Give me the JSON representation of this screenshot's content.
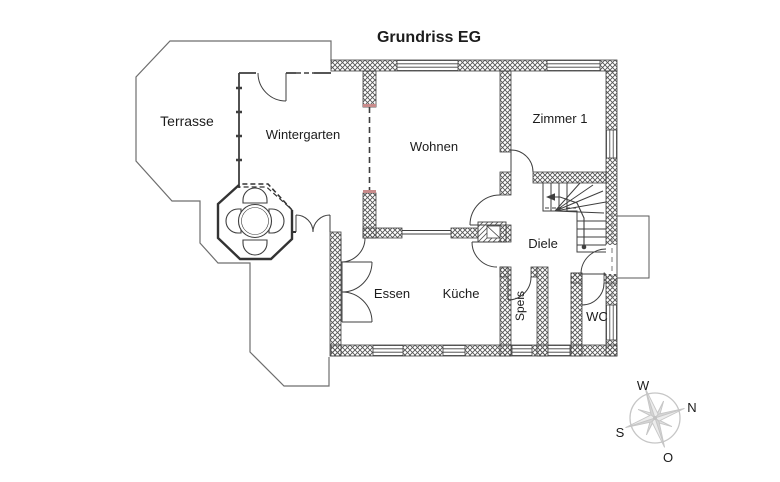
{
  "title": "Grundriss EG",
  "rooms": {
    "terrasse": "Terrasse",
    "wintergarten": "Wintergarten",
    "wohnen": "Wohnen",
    "zimmer1": "Zimmer 1",
    "diele": "Diele",
    "essen": "Essen",
    "kueche": "Küche",
    "speis": "Speis",
    "wc": "WC"
  },
  "compass": {
    "north": "N",
    "east": "O",
    "south": "S",
    "west": "W"
  },
  "colors": {
    "wall_line": "#3f3f3f",
    "terrace_line": "#6e6e6e",
    "compass_gray": "#c6c6c6",
    "opening_mark_red": "#c98b8b",
    "background": "#ffffff"
  }
}
